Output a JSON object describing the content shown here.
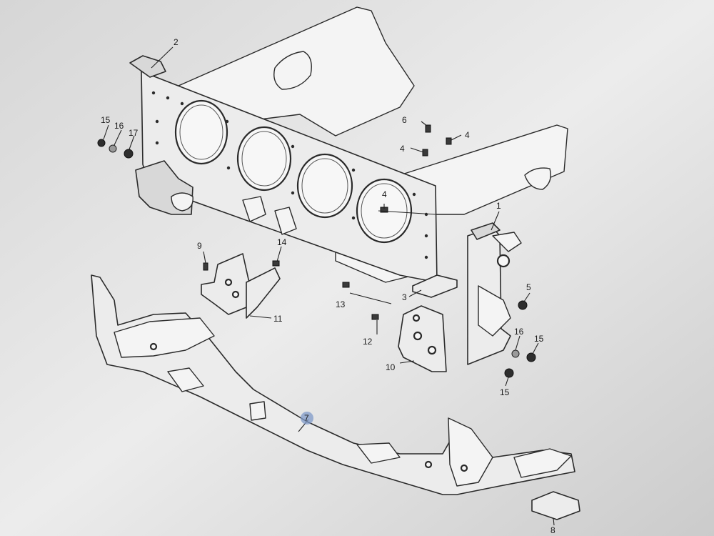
{
  "diagram": {
    "part_numbers": {
      "p1": "1",
      "p2": "2",
      "p3": "3",
      "p4": "4",
      "p5": "5",
      "p6": "6",
      "p7": "7",
      "p8": "8",
      "p9": "9",
      "p10": "10",
      "p11": "11",
      "p12": "12",
      "p13": "13",
      "p14": "14",
      "p15": "15",
      "p16": "16",
      "p17": "17"
    },
    "highlight_color": "#7f9ac8",
    "line_color": "#2a2a2a"
  }
}
